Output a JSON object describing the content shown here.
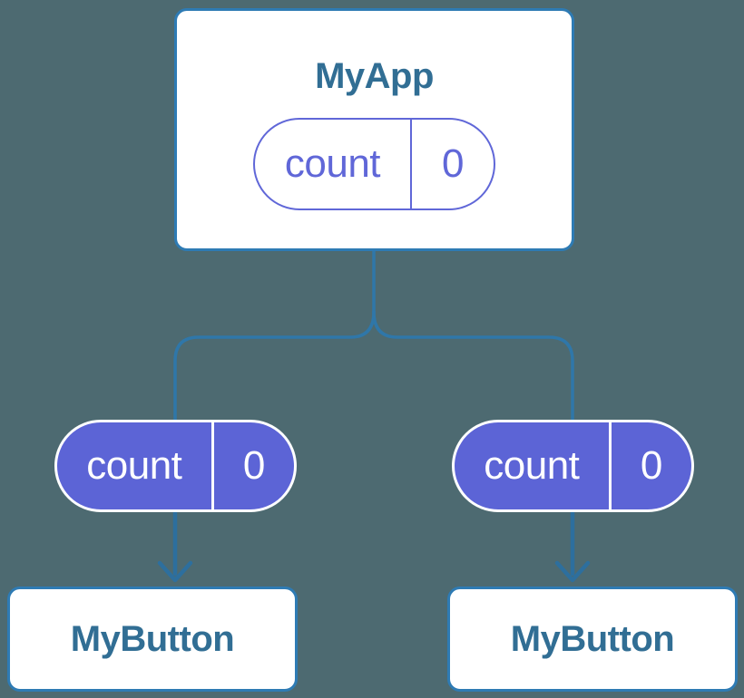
{
  "diagram": {
    "root": {
      "title": "MyApp",
      "state": {
        "name": "count",
        "value": "0"
      }
    },
    "children": [
      {
        "title": "MyButton",
        "prop": {
          "name": "count",
          "value": "0"
        }
      },
      {
        "title": "MyButton",
        "prop": {
          "name": "count",
          "value": "0"
        }
      }
    ]
  },
  "colors": {
    "background": "#4d6a71",
    "connector_line": "#2f77a9",
    "arrow": "#2d6f9e",
    "box_border": "#2e7bb4",
    "box_background": "#ffffff",
    "component_name": "#316e94",
    "pill_fill": "#5c64d6",
    "pill_outline": "#6067d8",
    "pill_text_on_fill": "#ffffff"
  }
}
